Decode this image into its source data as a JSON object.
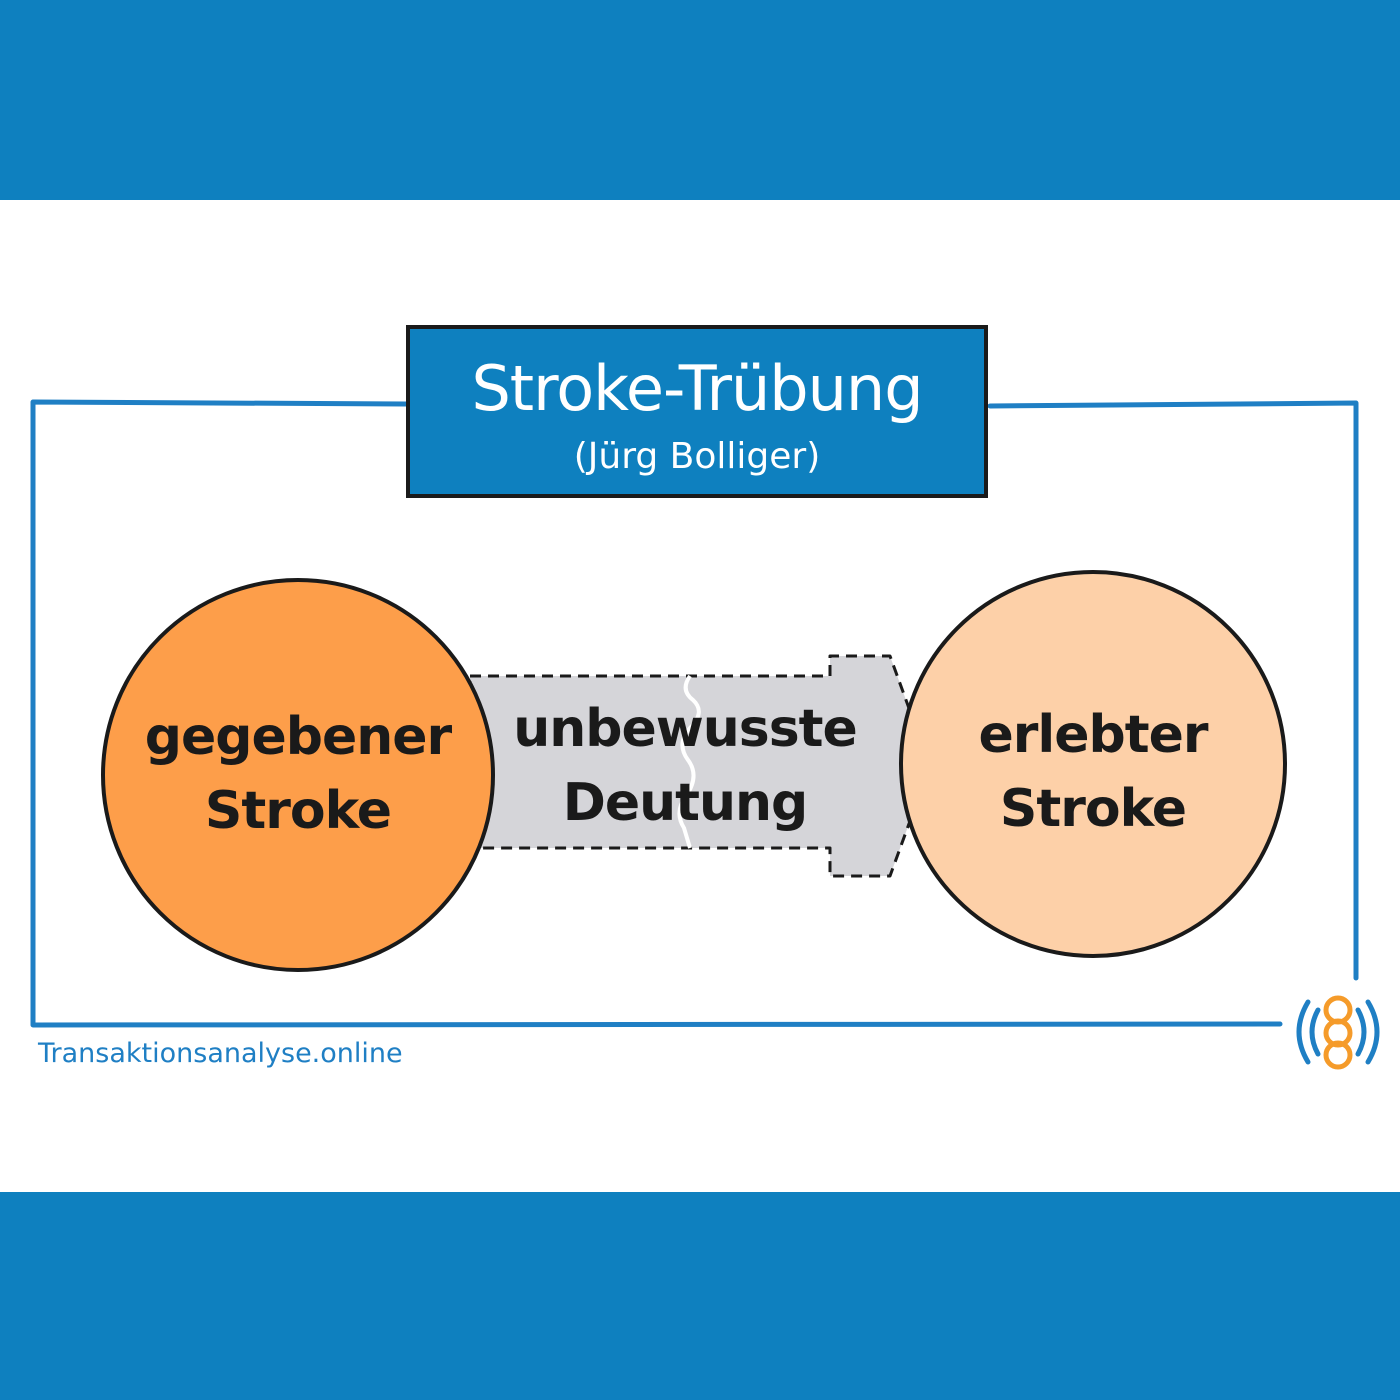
{
  "colors": {
    "band": "#0e80bf",
    "frame": "#1f7fc4",
    "circle_given": "#fd9e4a",
    "circle_experienced": "#fdd0a8",
    "arrow_fill": "#d5d5d9",
    "logo_orange": "#f59b2a"
  },
  "title": {
    "main": "Stroke-Trübung",
    "sub": "(Jürg Bolliger)"
  },
  "left_circle": {
    "line1": "gegebener",
    "line2": "Stroke"
  },
  "arrow": {
    "line1": "unbewusste",
    "line2": "Deutung"
  },
  "right_circle": {
    "line1": "erlebter",
    "line2": "Stroke"
  },
  "footer": {
    "website": "Transaktionsanalyse.online"
  },
  "logo": {
    "icon": "broadcast-chain-logo"
  }
}
